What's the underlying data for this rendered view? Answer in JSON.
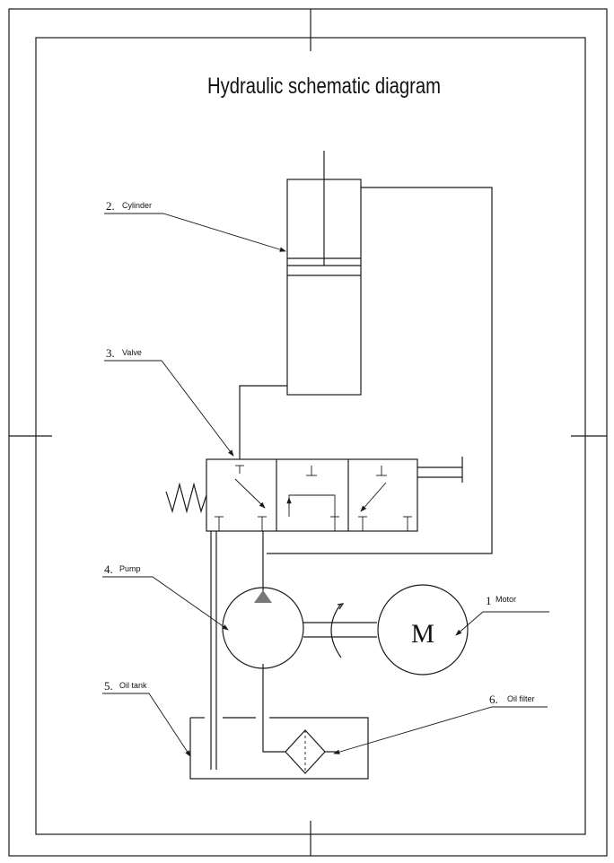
{
  "title": "Hydraulic schematic diagram",
  "components": [
    {
      "number": "1",
      "name": "Motor"
    },
    {
      "number": "2.",
      "name": "Cylinder"
    },
    {
      "number": "3.",
      "name": "Valve"
    },
    {
      "number": "4.",
      "name": "Pump"
    },
    {
      "number": "5.",
      "name": "Oil tank"
    },
    {
      "number": "6.",
      "name": "Oil filter"
    }
  ],
  "motor_symbol": "M"
}
